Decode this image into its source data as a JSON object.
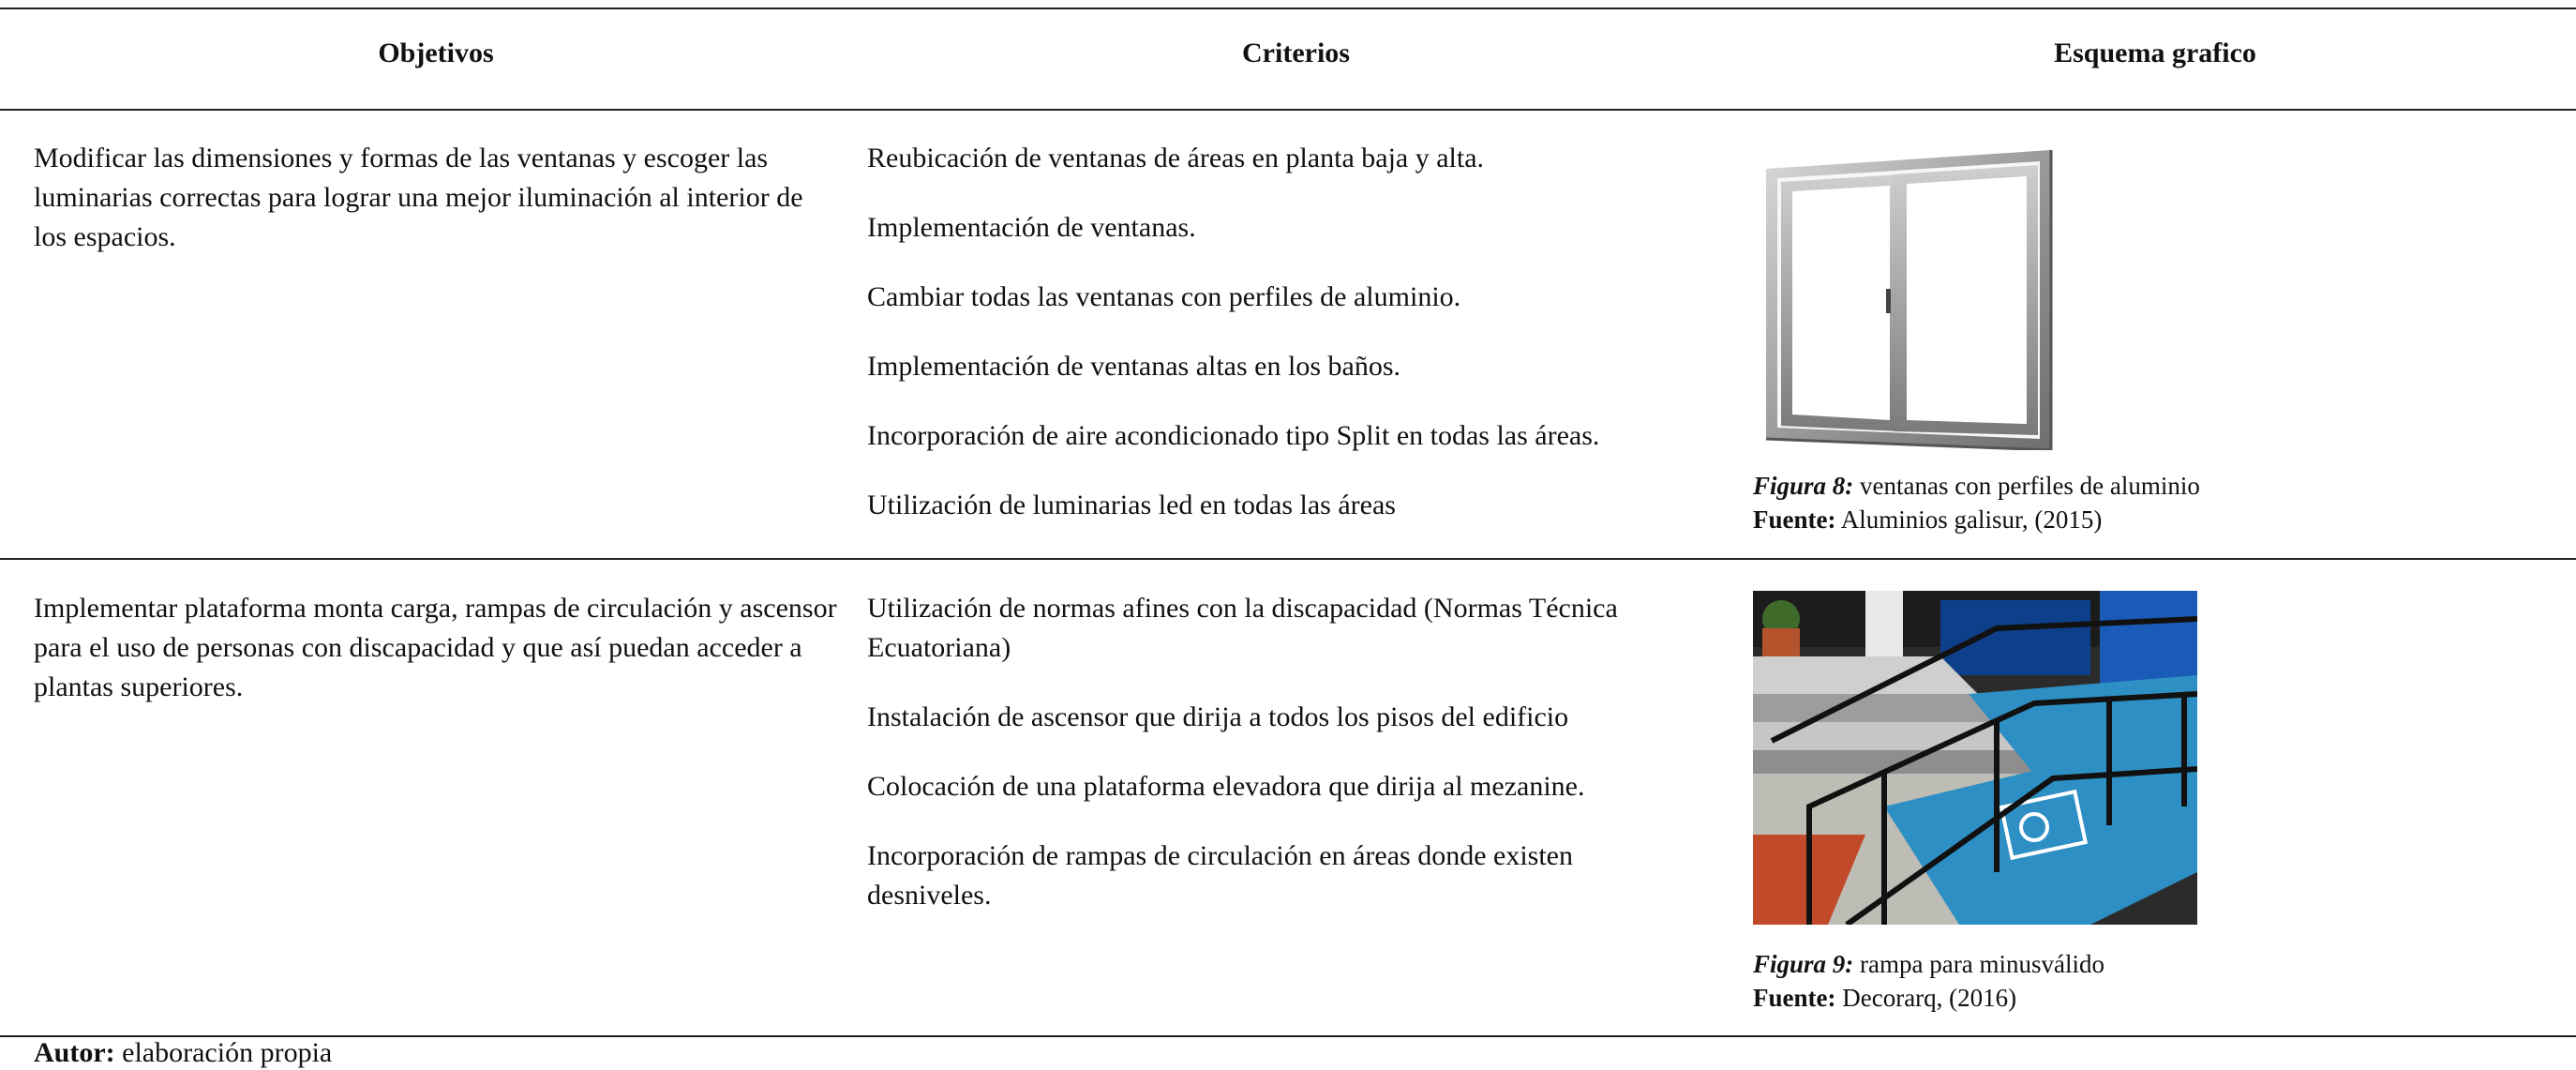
{
  "table": {
    "headers": [
      "Objetivos",
      "Criterios",
      "Esquema grafico"
    ],
    "rows": [
      {
        "objetivo": "Modificar las dimensiones y formas de las ventanas y escoger las luminarias correctas para lograr una mejor iluminación al interior de los espacios.",
        "criterios": [
          "Reubicación de ventanas de áreas en planta baja y alta.",
          "Implementación de ventanas.",
          "Cambiar todas las ventanas con perfiles de aluminio.",
          "Implementación de ventanas altas en los baños.",
          "Incorporación de aire acondicionado tipo Split en todas las áreas.",
          "Utilización de luminarias led en todas las áreas"
        ],
        "figura_label": "Figura 8:",
        "figura_text": " ventanas con perfiles de aluminio",
        "fuente_label": "Fuente:",
        "fuente_text": " Aluminios galisur, (2015)",
        "image_icon": "sliding-aluminium-window-photo"
      },
      {
        "objetivo": "Implementar plataforma monta carga, rampas de circulación y ascensor para el uso de personas con discapacidad y que así puedan acceder a plantas superiores.",
        "criterios": [
          "Utilización de normas afines con la discapacidad (Normas Técnica Ecuatoriana)",
          "Instalación de ascensor que dirija a todos los pisos del edificio",
          "Colocación de una plataforma elevadora que dirija al mezanine.",
          "Incorporación de rampas de circulación en áreas donde existen desniveles."
        ],
        "figura_label": "Figura 9:",
        "figura_text": " rampa para minusválido",
        "fuente_label": "Fuente:",
        "fuente_text": " Decorarq, (2016)",
        "image_icon": "accessible-ramp-photo"
      }
    ]
  },
  "footer": {
    "autor_label": "Autor:",
    "autor_text": " elaboración propia"
  },
  "colors": {
    "ramp_blue": "#2e8fc4",
    "rule": "#222222"
  }
}
